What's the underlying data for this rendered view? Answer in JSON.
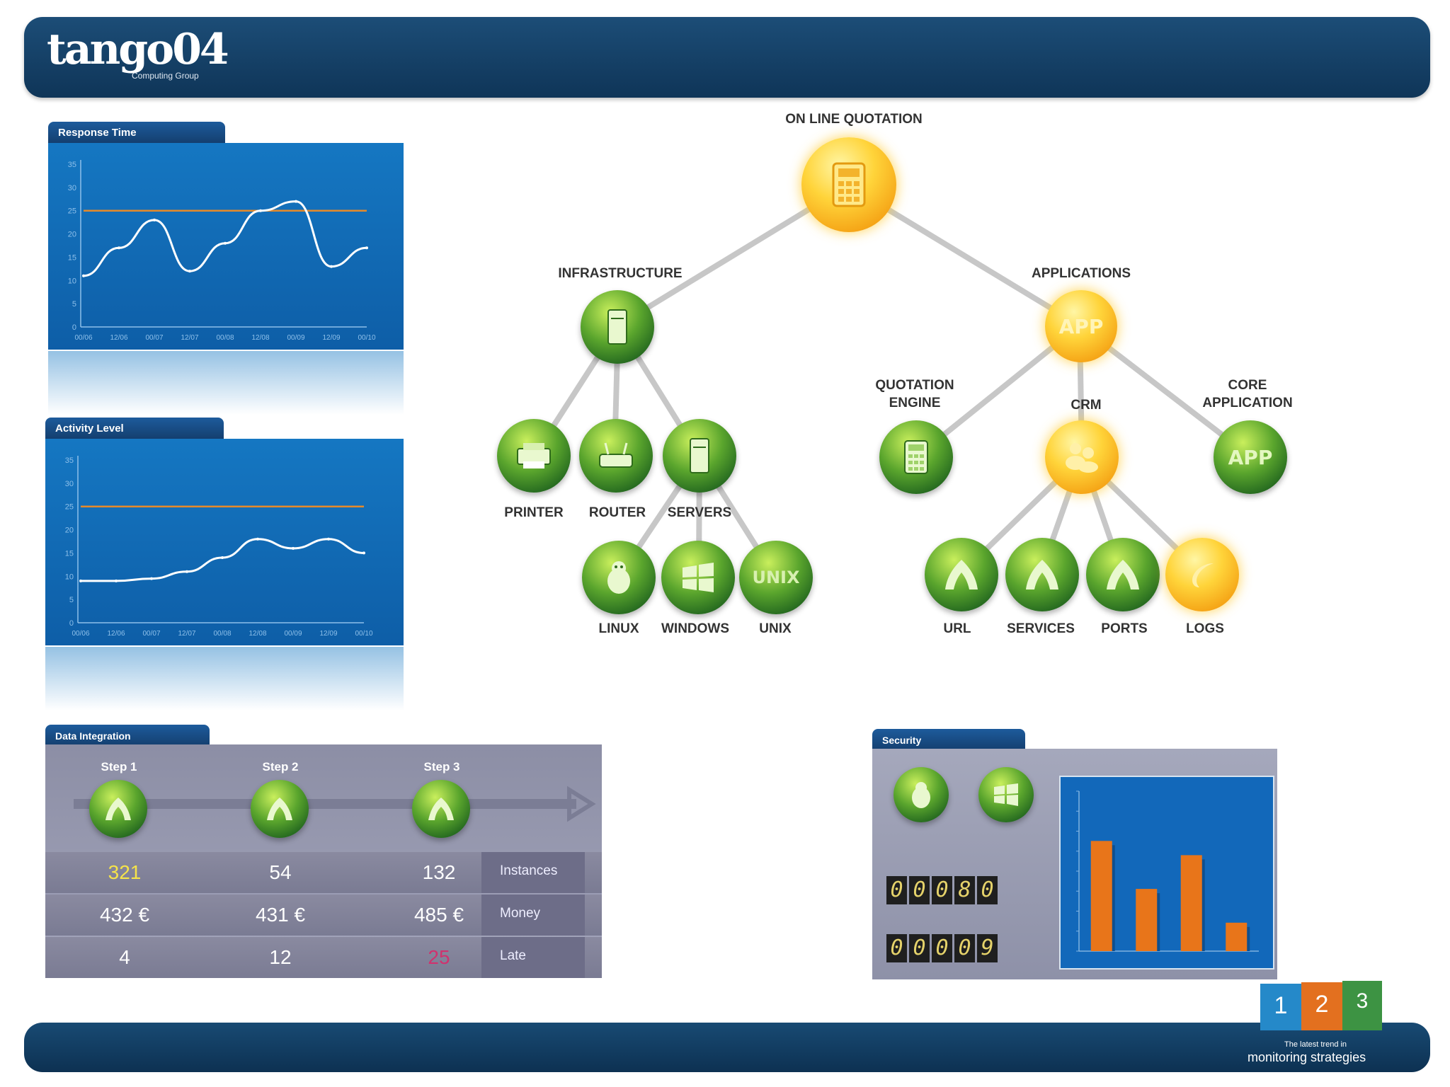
{
  "header": {
    "logo": "tango04",
    "logo_sub": "Computing Group"
  },
  "panels": {
    "response_time": "Response Time",
    "activity_level": "Activity Level",
    "data_integration": "Data Integration",
    "security": "Security"
  },
  "chart_data": [
    {
      "type": "line",
      "title": "Response Time",
      "x": [
        "00/06",
        "12/06",
        "00/07",
        "12/07",
        "00/08",
        "12/08",
        "00/09",
        "12/09",
        "00/10"
      ],
      "yticks": [
        0,
        5,
        10,
        15,
        20,
        25,
        30,
        35
      ],
      "ylim": [
        0,
        35
      ],
      "threshold": 25,
      "series": [
        {
          "values": [
            11,
            17,
            23,
            12,
            18,
            25,
            27,
            13,
            17
          ]
        }
      ]
    },
    {
      "type": "line",
      "title": "Activity Level",
      "x": [
        "00/06",
        "12/06",
        "00/07",
        "12/07",
        "00/08",
        "12/08",
        "00/09",
        "12/09",
        "00/10"
      ],
      "yticks": [
        0,
        5,
        10,
        15,
        20,
        25,
        30,
        35
      ],
      "ylim": [
        0,
        35
      ],
      "threshold": 25,
      "series": [
        {
          "values": [
            9,
            9,
            9.5,
            11,
            14,
            18,
            16,
            18,
            15
          ]
        }
      ]
    },
    {
      "type": "bar",
      "values": [
        62,
        35,
        54,
        16
      ],
      "ylim": [
        0,
        90
      ],
      "color": "#e8751a"
    }
  ],
  "tree": {
    "root": "ON LINE QUOTATION",
    "infrastructure": "INFRASTRUCTURE",
    "applications": "APPLICATIONS",
    "printer": "PRINTER",
    "router": "ROUTER",
    "servers": "SERVERS",
    "linux": "LINUX",
    "windows": "WINDOWS",
    "unix": "UNIX",
    "quotation_engine": "QUOTATION ENGINE",
    "crm": "CRM",
    "core_application": "CORE APPLICATION",
    "url": "URL",
    "services": "SERVICES",
    "ports": "PORTS",
    "logs": "LOGS",
    "app_glyph": "APP",
    "unix_glyph": "UNIX"
  },
  "data_integration": {
    "steps": [
      "Step 1",
      "Step 2",
      "Step 3"
    ],
    "rows": [
      {
        "name": "Instances",
        "values": [
          "321",
          "54",
          "132"
        ],
        "highlight": [
          0
        ],
        "highlight_color": "#f5e34a"
      },
      {
        "name": "Money",
        "values": [
          "432 €",
          "431 €",
          "485 €"
        ],
        "highlight": []
      },
      {
        "name": "Late",
        "values": [
          "4",
          "12",
          "25"
        ],
        "highlight": [
          2
        ],
        "highlight_color": "#d0326e"
      }
    ]
  },
  "security": {
    "counter_a": [
      "0",
      "0",
      "0",
      "8",
      "0"
    ],
    "counter_b": [
      "0",
      "0",
      "0",
      "0",
      "9"
    ]
  },
  "badge": {
    "n1": "1",
    "n2": "2",
    "n3": "3",
    "tagline_small": "The latest trend in",
    "tagline": "monitoring strategies"
  },
  "colors": {
    "threshold": "#e58a2a",
    "line": "#ffffff",
    "header": "#123d63",
    "green_node": "#4d9a2a",
    "yellow_node": "#f5b51c"
  }
}
